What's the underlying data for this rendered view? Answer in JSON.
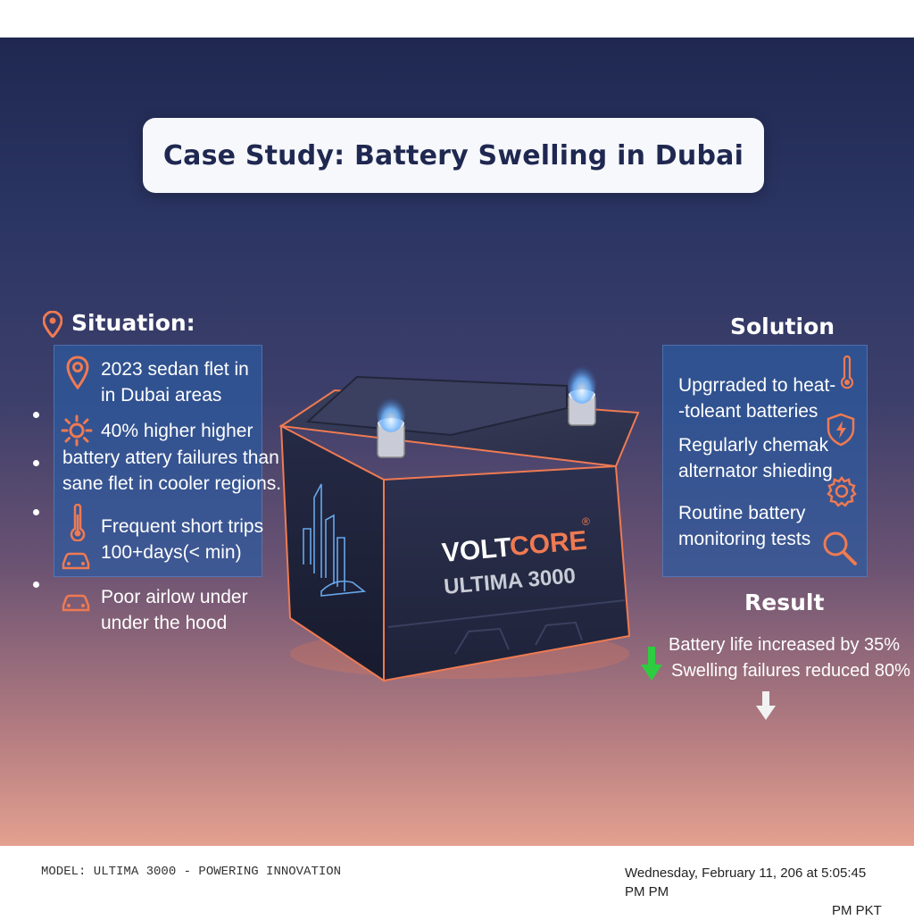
{
  "title": "Case Study: Battery Swelling in Dubai",
  "situation": {
    "heading": "Situation:",
    "items": [
      {
        "icon": "location-pin-icon",
        "lines": [
          "2023 sedan flet in",
          "in Dubai areas"
        ]
      },
      {
        "icon": "sun-icon",
        "lines": [
          "40% higher higher",
          "battery attery failures than",
          "sane flet in cooler regions."
        ]
      },
      {
        "icon": "thermometer-icon",
        "lines": [
          "Frequent short trips",
          "100+days(< min)"
        ]
      },
      {
        "icon": "car-icon",
        "lines": [
          "Poor airlow under",
          "under the hood"
        ]
      }
    ]
  },
  "solution": {
    "heading": "Solution",
    "items": [
      {
        "icon": "thermometer-icon",
        "lines": [
          "Upgrraded to heat-",
          "-toleant batteries"
        ]
      },
      {
        "icon": "shield-bolt-icon",
        "lines": [
          "Regularly chemak",
          "alternator shieding"
        ]
      },
      {
        "icon": "magnifier-icon",
        "lines": [
          "Routine battery",
          "monitoring tests"
        ]
      }
    ]
  },
  "result": {
    "heading": "Result",
    "lines": [
      "Battery life increased by 35%",
      "Swelling failures reduced 80%"
    ]
  },
  "battery": {
    "brand_a": "VOLT",
    "brand_b": "CORE",
    "registered": "®",
    "model": "ULTIMA 3000"
  },
  "footer": {
    "left": "MODEL: ULTIMA 3000 - POWERING INNOVATION",
    "right_line1": "Wednesday, February 11, 206 at 5:05:45 PM PM",
    "right_line2": "PM PKT"
  },
  "colors": {
    "accent_orange": "#ef7a52",
    "panel_blue": "#2c5aa0",
    "glow_blue": "#6fb6ff",
    "arrow_green": "#2ecc40"
  }
}
